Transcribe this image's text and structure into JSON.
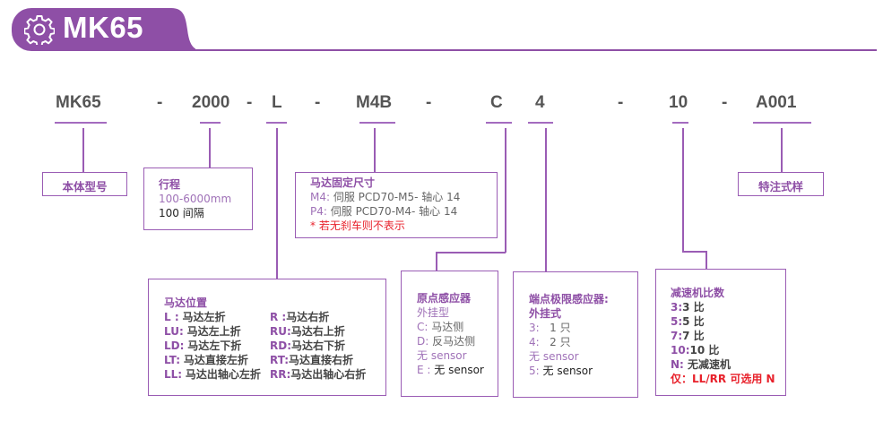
{
  "header": {
    "title": "MK65",
    "icon": "gear-icon",
    "accent_color": "#8e4fa6"
  },
  "code_row": [
    {
      "key": "model",
      "value": "MK65"
    },
    {
      "key": "stroke",
      "value": "2000"
    },
    {
      "key": "motor_position",
      "value": "L"
    },
    {
      "key": "motor_mount",
      "value": "M4B"
    },
    {
      "key": "origin_sensor",
      "value": "C"
    },
    {
      "key": "limit_sensor",
      "value": "4"
    },
    {
      "key": "reducer",
      "value": "10"
    },
    {
      "key": "special",
      "value": "A001"
    }
  ],
  "separator": "-",
  "boxes": {
    "model": {
      "title": "本体型号"
    },
    "stroke": {
      "title": "行程",
      "range": "100-6000mm",
      "interval": "100 间隔"
    },
    "motor_mount": {
      "title": "马达固定尺寸",
      "rows": [
        {
          "code": "M4:",
          "desc": "伺服 PCD70-M5- 轴心 14"
        },
        {
          "code": "P4:",
          "desc": " 伺服 PCD70-M4- 轴心 14"
        }
      ],
      "note": "* 若无刹车则不表示"
    },
    "special": {
      "title": "特注式样"
    },
    "motor_position": {
      "title": "马达位置",
      "left": [
        {
          "code": "L  :",
          "desc": "马达左折"
        },
        {
          "code": "LU:",
          "desc": "马达左上折"
        },
        {
          "code": "LD:",
          "desc": "马达左下折"
        },
        {
          "code": "LT:",
          "desc": "马达直接左折"
        },
        {
          "code": "LL:",
          "desc": "马达出轴心左折"
        }
      ],
      "right": [
        {
          "code": "R  :",
          "desc": "马达右折"
        },
        {
          "code": "RU:",
          "desc": "马达右上折"
        },
        {
          "code": "RD:",
          "desc": "马达右下折"
        },
        {
          "code": "RT:",
          "desc": "马达直接右折"
        },
        {
          "code": "RR:",
          "desc": "马达出轴心右折"
        }
      ]
    },
    "origin_sensor": {
      "title": "原点感应器",
      "type": "外挂型",
      "rows": [
        {
          "code": "C:",
          "desc": " 马达侧"
        },
        {
          "code": "D:",
          "desc": " 反马达侧"
        }
      ],
      "none_label": "无 sensor",
      "none_row": {
        "code": "E :",
        "desc": " 无 sensor"
      }
    },
    "limit_sensor": {
      "title": "端点极限感应器:",
      "type": "外挂式",
      "rows": [
        {
          "code": "3:",
          "desc": "   1 只"
        },
        {
          "code": "4:",
          "desc": "   2 只"
        }
      ],
      "none_label": "无 sensor",
      "none_row": {
        "code": "5:",
        "desc": " 无 sensor"
      }
    },
    "reducer": {
      "title": "减速机比数",
      "rows": [
        {
          "code": "3:",
          "desc": "3 比"
        },
        {
          "code": "5:",
          "desc": "5 比"
        },
        {
          "code": "7:",
          "desc": "7 比"
        },
        {
          "code": "10:",
          "desc": "10 比"
        },
        {
          "code": "N:",
          "desc": " 无减速机"
        }
      ],
      "note": "仅：LL/RR 可选用 N"
    }
  }
}
